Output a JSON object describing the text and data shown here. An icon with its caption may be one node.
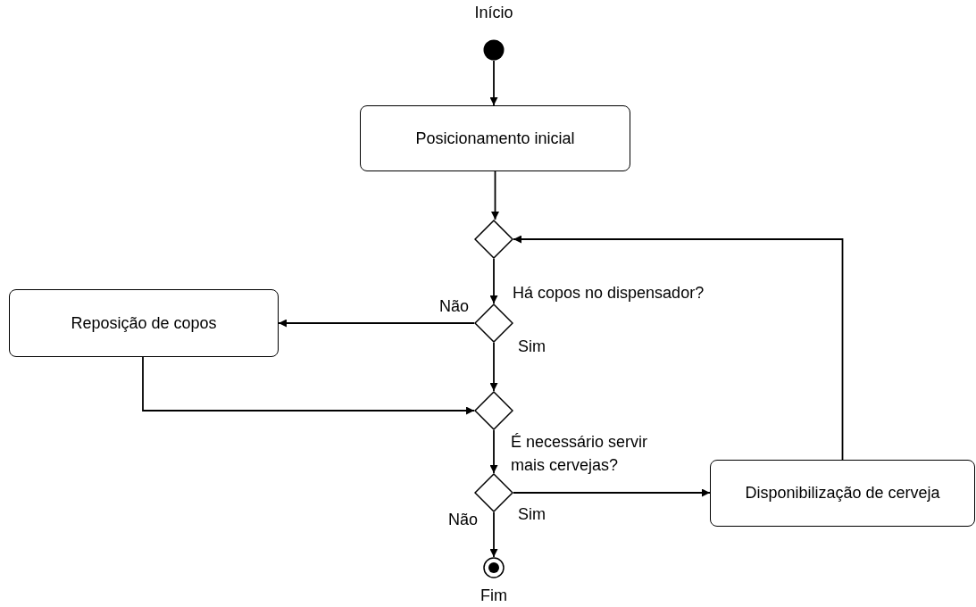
{
  "diagram": {
    "nodes": [
      {
        "text": [
          "Início"
        ]
      },
      {
        "text": [
          "Posicionamento inicial"
        ]
      },
      {
        "text": [],
        "shape": "diamond"
      },
      {
        "text": [],
        "shape": "diamond",
        "beside": [
          "Há copos no dispensador?"
        ]
      },
      {
        "text": [
          "Reposição de copos"
        ]
      },
      {
        "text": [],
        "shape": "diamond"
      },
      {
        "text": [],
        "shape": "diamond",
        "beside": [
          "É necessário servir mais cervejas?"
        ]
      },
      {
        "text": [
          "Disponibilização de cerveja"
        ]
      },
      {
        "text": [
          "Fim"
        ]
      }
    ],
    "edges": [
      {
        "from": 0,
        "to": 1,
        "arrow": "to"
      },
      {
        "from": 1,
        "to": 2,
        "arrow": "to"
      },
      {
        "from": 2,
        "to": 3,
        "arrow": "to"
      },
      {
        "from": 3,
        "to": 4,
        "arrow": "to",
        "label": "Não"
      },
      {
        "from": 3,
        "to": 5,
        "arrow": "to",
        "label": "Sim"
      },
      {
        "from": 4,
        "to": 5,
        "arrow": "to"
      },
      {
        "from": 5,
        "to": 6,
        "arrow": "to"
      },
      {
        "from": 6,
        "to": 7,
        "arrow": "to",
        "label": "Sim"
      },
      {
        "from": 6,
        "to": 8,
        "arrow": "to",
        "label": "Não"
      },
      {
        "from": 7,
        "to": 2,
        "arrow": "to"
      }
    ]
  }
}
